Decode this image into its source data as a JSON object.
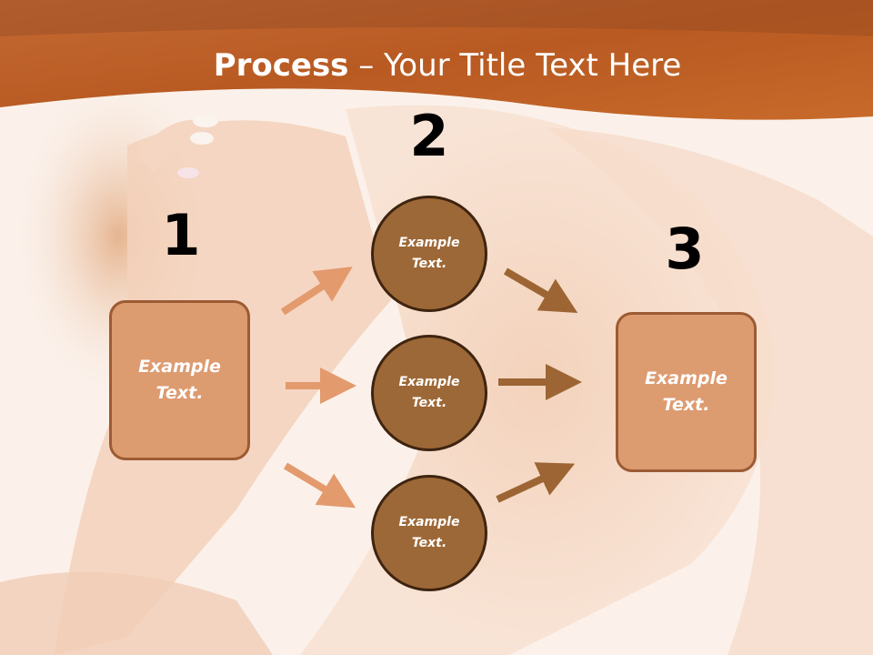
{
  "slide": {
    "title_bold": "Process",
    "title_rest": " – Your Title Text Here"
  },
  "steps": {
    "one": "1",
    "two": "2",
    "three": "3"
  },
  "boxes": {
    "left": "Example\nText.",
    "right": "Example\nText."
  },
  "circles": {
    "top": "Example\nText.",
    "middle": "Example\nText.",
    "bottom": "Example\nText."
  },
  "colors": {
    "banner": "#c96a2c",
    "box_fill": "#dd9b70",
    "circle_fill": "#9d6837",
    "left_arrows": "#e39a6d",
    "right_arrows": "#9c6533"
  }
}
